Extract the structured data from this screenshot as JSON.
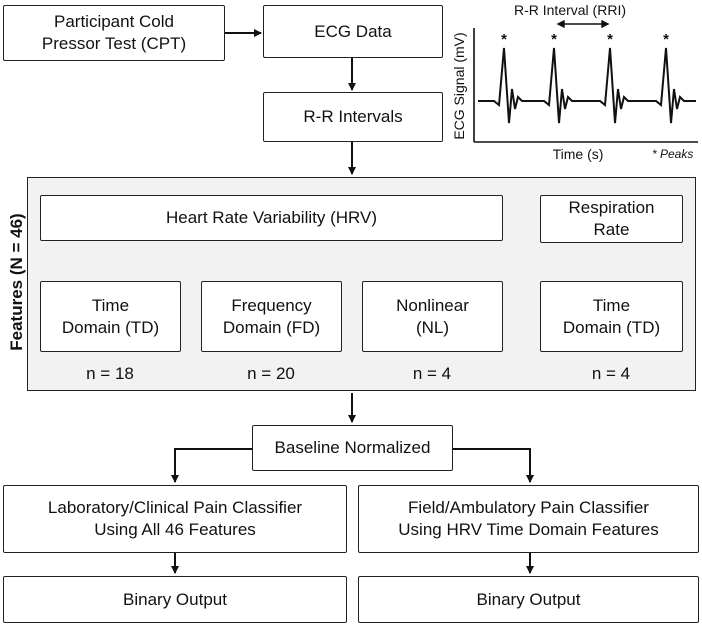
{
  "nodes": {
    "cpt": "Participant Cold\nPressor Test (CPT)",
    "ecg_data": "ECG Data",
    "rr_intervals": "R-R Intervals",
    "hrv": "Heart Rate Variability (HRV)",
    "resp_rate": "Respiration\nRate",
    "time_domain": "Time\nDomain (TD)",
    "freq_domain": "Frequency\nDomain (FD)",
    "nonlinear": "Nonlinear\n(NL)",
    "resp_time_domain": "Time\nDomain (TD)",
    "baseline": "Baseline Normalized",
    "lab_classifier": "Laboratory/Clinical Pain Classifier\nUsing All 46 Features",
    "field_classifier": "Field/Ambulatory Pain Classifier\nUsing HRV Time Domain Features",
    "binary_left": "Binary Output",
    "binary_right": "Binary Output"
  },
  "counts": {
    "td": "n = 18",
    "fd": "n = 20",
    "nl": "n = 4",
    "resp_td": "n = 4"
  },
  "features_label": "Features (N = 46)",
  "ecg_plot": {
    "title": "R-R Interval (RRI)",
    "ylabel": "ECG Signal (mV)",
    "xlabel": "Time (s)",
    "legend": "* Peaks",
    "peak_marker": "*"
  }
}
